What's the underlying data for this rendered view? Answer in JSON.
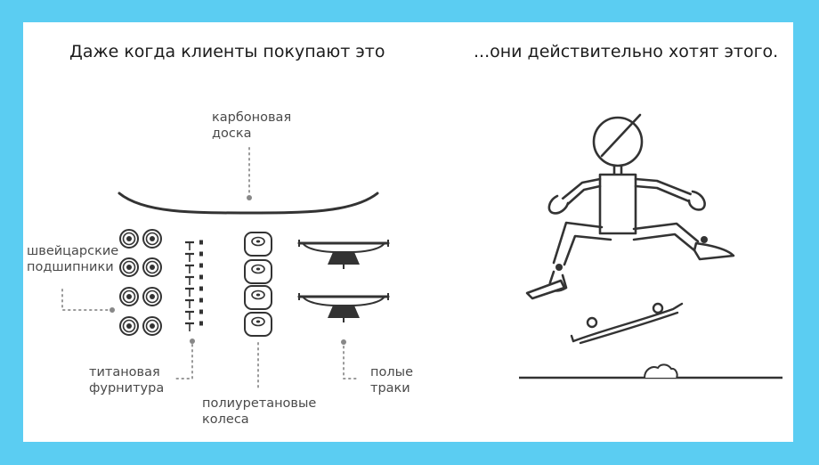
{
  "headings": {
    "left": "Даже когда клиенты покупают это",
    "right": "...они действительно хотят этого."
  },
  "labels": {
    "board": [
      "карбоновая",
      "доска"
    ],
    "bearings": [
      "швейцарские",
      "подшипники"
    ],
    "hardware": [
      "титановая",
      "фурнитура"
    ],
    "wheels": [
      "полиуретановые",
      "колеса"
    ],
    "trucks": [
      "полые",
      "траки"
    ]
  },
  "colors": {
    "frame": "#5bcdf2",
    "background": "#ffffff",
    "line": "#333333",
    "dot": "#8a8a8a"
  },
  "icons": [
    "skateboard-deck-icon",
    "bearing-icon",
    "bolt-icon",
    "wheel-icon",
    "truck-icon",
    "skater-figure-icon",
    "flipping-board-icon",
    "ground-line-icon",
    "rock-icon"
  ]
}
